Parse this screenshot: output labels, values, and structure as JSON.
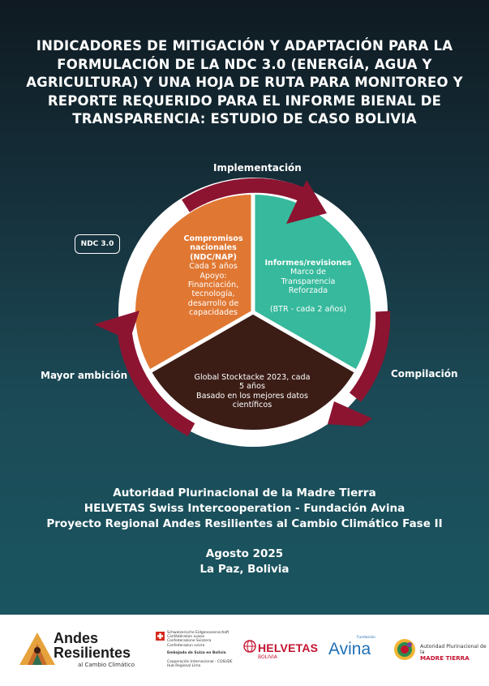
{
  "title_lines": [
    "INDICADORES DE MITIGACIÓN Y ADAPTACIÓN PARA LA",
    "FORMULACIÓN DE LA NDC 3.0 (ENERGÍA, AGUA Y",
    "AGRICULTURA) Y UNA HOJA DE RUTA PARA MONITOREO Y",
    "REPORTE REQUERIDO PARA EL INFORME BIENAL DE",
    "TRANSPARENCIA: ESTUDIO DE CASO BOLIVIA"
  ],
  "diagram": {
    "label_top": "Implementación",
    "label_right": "Compilación",
    "label_left": "Mayor ambición",
    "ndc_box": "NDC 3.0",
    "segments": {
      "orange": {
        "color": "#e07833",
        "lines_bold": [
          "Compromisos",
          "nacionales",
          "(NDC/NAP)"
        ],
        "lines": [
          "Cada 5 años",
          "Apoyo:",
          "Financiación,",
          "tecnología,",
          "desarrollo de",
          "capacidades"
        ]
      },
      "teal": {
        "color": "#36b99c",
        "lines": [
          "Informes/revisiones",
          "Marco de",
          "Transparencia",
          "Reforzada"
        ],
        "extra": "(BTR - cada 2 años)"
      },
      "dark": {
        "color": "#3b1d16",
        "lines": [
          "Global Stocktacke 2023, cada",
          "5 años",
          "Basado en los mejores datos",
          "científicos"
        ]
      }
    },
    "arrow_color": "#8c1431"
  },
  "institutions": [
    "Autoridad Plurinacional de la Madre Tierra",
    "HELVETAS Swiss Intercooperation - Fundación Avina",
    "Proyecto Regional Andes Resilientes al Cambio Climático Fase II"
  ],
  "date": "Agosto 2025",
  "place": "La Paz, Bolivia",
  "logos": {
    "andes": {
      "title_1": "Andes",
      "title_2": "Resilientes",
      "subtitle": "al Cambio Climático"
    },
    "swiss": {
      "lines_a": [
        "Schweizerische Eidgenossenschaft",
        "Confédération suisse",
        "Confederazione Svizzera",
        "Confederaziun svizra"
      ],
      "line_b": "Embajada de Suiza en Bolivia",
      "lines_c": [
        "Cooperación Internacional - COSUDE",
        "Hub Regional Lima"
      ]
    },
    "helvetas": {
      "name": "HELVETAS",
      "sub": "BOLIVIA"
    },
    "avina": {
      "name": "Avina",
      "small": "Fundación"
    },
    "madre_tierra": {
      "line_1": "Autoridad Plurinacional de la",
      "line_2": "MADRE TIERRA"
    }
  }
}
